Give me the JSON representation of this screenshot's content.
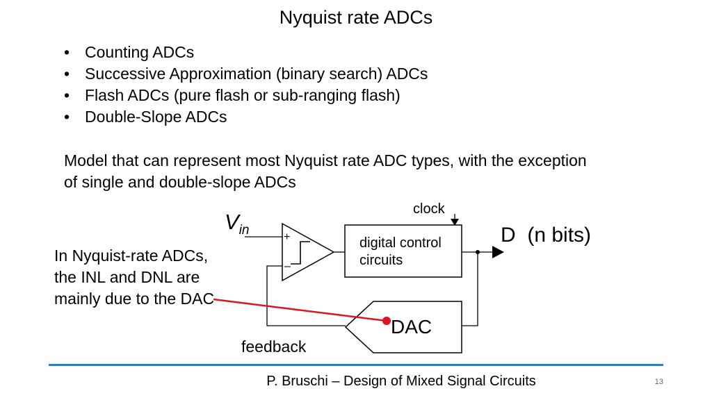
{
  "slide": {
    "title": "Nyquist rate ADCs",
    "bullets": [
      "Counting ADCs",
      "Successive Approximation (binary search) ADCs",
      "Flash ADCs (pure flash or sub-ranging flash)",
      "Double-Slope ADCs"
    ],
    "model_text": "Model that can represent most Nyquist rate ADC types, with the exception of single and double-slope ADCs",
    "note_text": "In Nyquist-rate ADCs, the INL and DNL are mainly due to the DAC"
  },
  "diagram": {
    "vin_main": "V",
    "vin_sub": "in",
    "plus_sign": "+",
    "minus_sign": "–",
    "control_label_line1": "digital control",
    "control_label_line2": "circuits",
    "clock_label": "clock",
    "output_label": "D  (n bits)",
    "dac_label": "DAC",
    "feedback_label": "feedback",
    "pointer_color": "#e0141e"
  },
  "footer": {
    "text": "P. Bruschi – Design of Mixed Signal Circuits",
    "page_number": "13"
  }
}
